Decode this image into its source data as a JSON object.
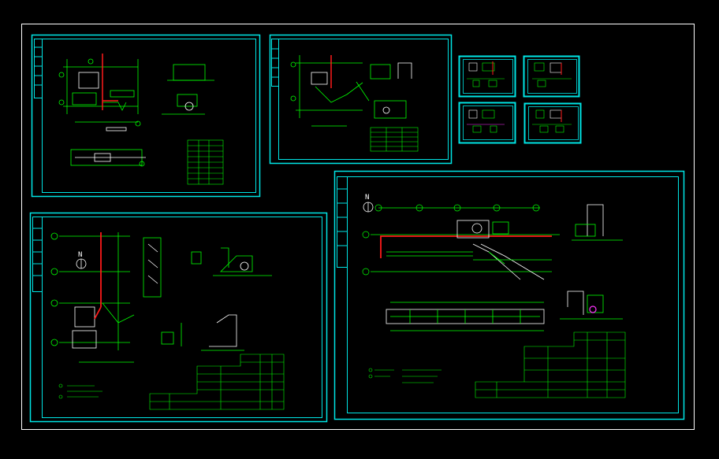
{
  "canvas": {
    "background": "#000000"
  },
  "colors": {
    "frame": "#00e5e5",
    "outer_border": "#ffffff",
    "line_green": "#00ff00",
    "pipe_red": "#ff1a1a",
    "accent_white": "#ffffff",
    "accent_yellow": "#ffff00",
    "accent_magenta": "#ff33ff"
  },
  "sheets": [
    {
      "id": "sheet-1",
      "title_block": "vertical-left"
    },
    {
      "id": "sheet-2",
      "title_block": "vertical-left"
    },
    {
      "id": "sheet-3",
      "title_block": "vertical-left"
    },
    {
      "id": "sheet-4",
      "title_block": "vertical-left"
    }
  ],
  "thumbnails": [
    {
      "id": "thumb-1"
    },
    {
      "id": "thumb-2"
    },
    {
      "id": "thumb-3"
    },
    {
      "id": "thumb-4"
    }
  ],
  "north_arrow_letter": "N"
}
